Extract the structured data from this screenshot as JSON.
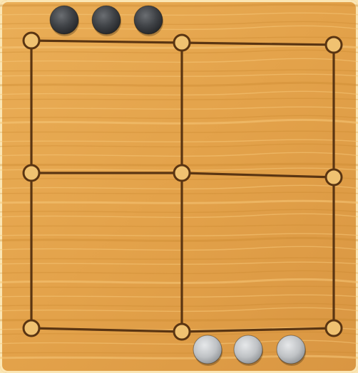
{
  "game": {
    "board_type": "3x3 grid (9 points)",
    "colors": {
      "wood_light": "#e9ad55",
      "wood_dark": "#c7852c",
      "line": "#5a3512",
      "point_fill": "#f0c271",
      "dark_piece": "#3a3c3f",
      "light_piece": "#b9bcbf"
    },
    "dark_pieces": {
      "count": 3,
      "location": "reserve-top"
    },
    "light_pieces": {
      "count": 3,
      "location": "reserve-bottom"
    },
    "points": [
      {
        "id": "a1"
      },
      {
        "id": "b1"
      },
      {
        "id": "c1"
      },
      {
        "id": "a2"
      },
      {
        "id": "b2"
      },
      {
        "id": "c2"
      },
      {
        "id": "a3"
      },
      {
        "id": "b3"
      },
      {
        "id": "c3"
      }
    ]
  }
}
